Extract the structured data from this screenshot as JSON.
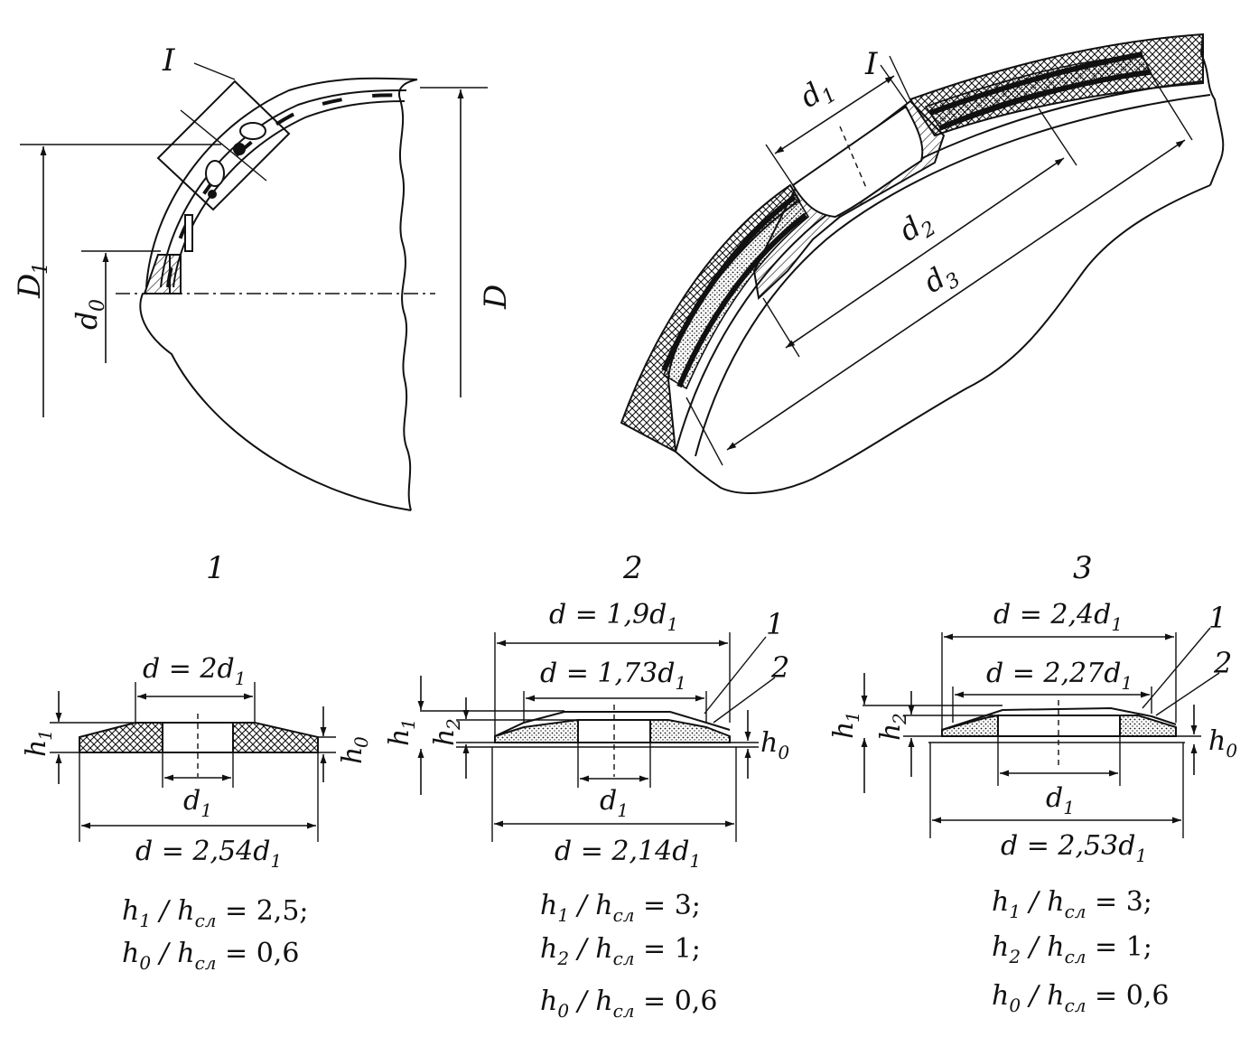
{
  "top_left": {
    "detail_mark": "I",
    "D1_main": "D",
    "D1_sub": "1",
    "d0_main": "d",
    "d0_sub": "0",
    "D": "D"
  },
  "top_right": {
    "detail_mark": "I",
    "d1_main": "d",
    "d1_sub": "1",
    "d2_main": "d",
    "d2_sub": "2",
    "d3_main": "d",
    "d3_sub": "3"
  },
  "variants": [
    {
      "number": "1",
      "outer": "d = 2,54d",
      "outer_sub": "1",
      "top": "d = 2d",
      "top_sub": "1",
      "inner": "d",
      "inner_sub": "1",
      "h1": "h",
      "h1_sub": "1",
      "h0": "h",
      "h0_sub": "0",
      "formulas": [
        {
          "a": "h",
          "a_sub": "1",
          "b": " / h",
          "b_sub": "сл",
          "c": " = 2,5;"
        },
        {
          "a": "h",
          "a_sub": "0",
          "b": " / h",
          "b_sub": "сл",
          "c": " = 0,6"
        }
      ]
    },
    {
      "number": "2",
      "top": "d = 1,9d",
      "top_sub": "1",
      "mid": "d = 1,73d",
      "mid_sub": "1",
      "outer": "d = 2,14d",
      "outer_sub": "1",
      "inner": "d",
      "inner_sub": "1",
      "leader1": "1",
      "leader2": "2",
      "h1": "h",
      "h1_sub": "1",
      "h2": "h",
      "h2_sub": "2",
      "h0": "h",
      "h0_sub": "0",
      "formulas": [
        {
          "a": "h",
          "a_sub": "1",
          "b": " / h",
          "b_sub": "сл",
          "c": " = 3;"
        },
        {
          "a": "h",
          "a_sub": "2",
          "b": " / h",
          "b_sub": "сл",
          "c": " = 1;"
        },
        {
          "a": "h",
          "a_sub": "0",
          "b": " / h",
          "b_sub": "сл",
          "c": " = 0,6"
        }
      ]
    },
    {
      "number": "3",
      "top": "d = 2,4d",
      "top_sub": "1",
      "mid": "d = 2,27d",
      "mid_sub": "1",
      "outer": "d = 2,53d",
      "outer_sub": "1",
      "inner": "d",
      "inner_sub": "1",
      "leader1": "1",
      "leader2": "2",
      "h1": "h",
      "h1_sub": "1",
      "h2": "h",
      "h2_sub": "2",
      "h0": "h",
      "h0_sub": "0",
      "formulas": [
        {
          "a": "h",
          "a_sub": "1",
          "b": " / h",
          "b_sub": "сл",
          "c": " = 3;"
        },
        {
          "a": "h",
          "a_sub": "2",
          "b": " / h",
          "b_sub": "сл",
          "c": " = 1;"
        },
        {
          "a": "h",
          "a_sub": "0",
          "b": " / h",
          "b_sub": "сл",
          "c": " = 0,6"
        }
      ]
    }
  ]
}
